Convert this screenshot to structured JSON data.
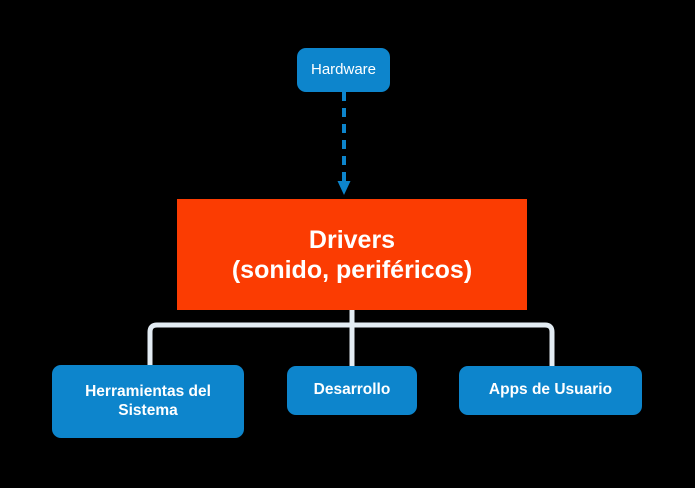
{
  "diagram": {
    "title": "Drivers hierarchy diagram",
    "background_color": "#000000",
    "nodes": {
      "hardware": {
        "label": "Hardware",
        "color": "#0d85cc",
        "text_color": "#ffffff",
        "shape": "rounded-rectangle"
      },
      "drivers": {
        "line1": "Drivers",
        "line2": "(sonido, periféricos)",
        "color": "#fb3c02",
        "text_color": "#ffffff",
        "shape": "rectangle"
      },
      "herramientas": {
        "label": "Herramientas del Sistema",
        "color": "#0d85cc",
        "text_color": "#ffffff",
        "shape": "rounded-rectangle"
      },
      "desarrollo": {
        "label": "Desarrollo",
        "color": "#0d85cc",
        "text_color": "#ffffff",
        "shape": "rounded-rectangle"
      },
      "apps": {
        "label": "Apps de Usuario",
        "color": "#0d85cc",
        "text_color": "#ffffff",
        "shape": "rounded-rectangle"
      }
    },
    "connectors": {
      "hardware_to_drivers": {
        "style": "dashed",
        "color": "#0d85cc",
        "arrowhead": "down"
      },
      "drivers_to_children": {
        "style": "solid",
        "color": "#e3ecf3",
        "arrowhead": "none"
      }
    }
  }
}
